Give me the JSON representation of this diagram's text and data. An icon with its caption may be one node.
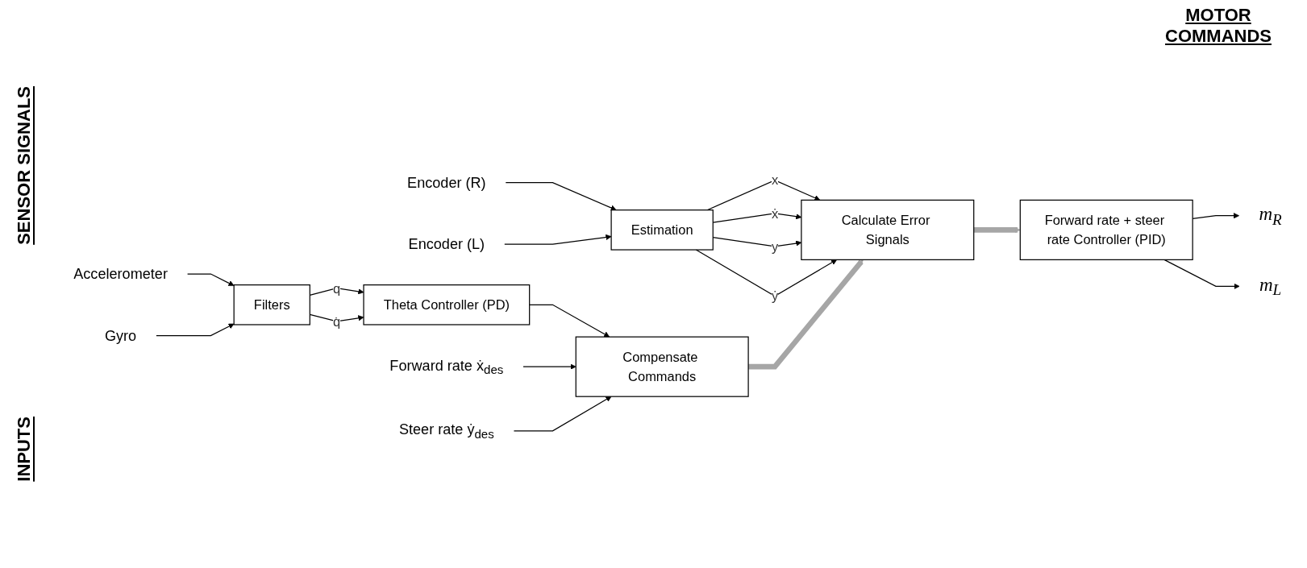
{
  "diagram": {
    "nodes": [
      {
        "text": [
          "Encoder (R)"
        ]
      },
      {
        "text": [
          "Encoder (L)"
        ]
      },
      {
        "text": [
          "Estimation"
        ]
      },
      {
        "text": [
          "Calculate Error Signals"
        ]
      },
      {
        "text": [
          "Forward rate + steer rate Controller (PID)"
        ]
      },
      {
        "text": [
          "m$_{R}$"
        ]
      },
      {
        "text": [
          "m$_{L}$"
        ]
      },
      {
        "text": [
          "Accelerometer"
        ]
      },
      {
        "text": [
          "Gyro"
        ]
      },
      {
        "text": [
          "Filters"
        ]
      },
      {
        "text": [
          "Theta Controller (PD)"
        ]
      },
      {
        "text": [
          "Compensate Commands"
        ]
      },
      {
        "text": [
          "Forward rate ẋ$_{des}$"
        ]
      },
      {
        "text": [
          "Steer rate ẏ$_{des}$"
        ]
      }
    ],
    "edges": [
      {
        "from": 0,
        "to": 2,
        "arrow": "to"
      },
      {
        "from": 1,
        "to": 2,
        "arrow": "to"
      },
      {
        "from": 2,
        "to": 3,
        "arrow": "to",
        "label": "x"
      },
      {
        "from": 2,
        "to": 3,
        "arrow": "to",
        "label": "ẋ"
      },
      {
        "from": 2,
        "to": 3,
        "arrow": "to",
        "label": "y"
      },
      {
        "from": 2,
        "to": 3,
        "arrow": "to",
        "label": "ẏ"
      },
      {
        "from": 3,
        "to": 4,
        "arrow": "to",
        "style": "thick",
        "color": "#a6a6a6"
      },
      {
        "from": 4,
        "to": 5,
        "arrow": "to"
      },
      {
        "from": 4,
        "to": 6,
        "arrow": "to"
      },
      {
        "from": 7,
        "to": 9,
        "arrow": "to"
      },
      {
        "from": 8,
        "to": 9,
        "arrow": "to"
      },
      {
        "from": 9,
        "to": 10,
        "arrow": "to",
        "label": "q"
      },
      {
        "from": 9,
        "to": 10,
        "arrow": "to",
        "label": "q̇"
      },
      {
        "from": 10,
        "to": 11,
        "arrow": "to"
      },
      {
        "from": 11,
        "to": 3,
        "arrow": "to",
        "style": "thick",
        "color": "#a6a6a6"
      },
      {
        "from": 12,
        "to": 11,
        "arrow": "to"
      },
      {
        "from": 13,
        "to": 11,
        "arrow": "to"
      }
    ],
    "labels": [
      "MOTOR COMMANDS",
      "SENSOR SIGNALS",
      "INPUTS"
    ]
  }
}
